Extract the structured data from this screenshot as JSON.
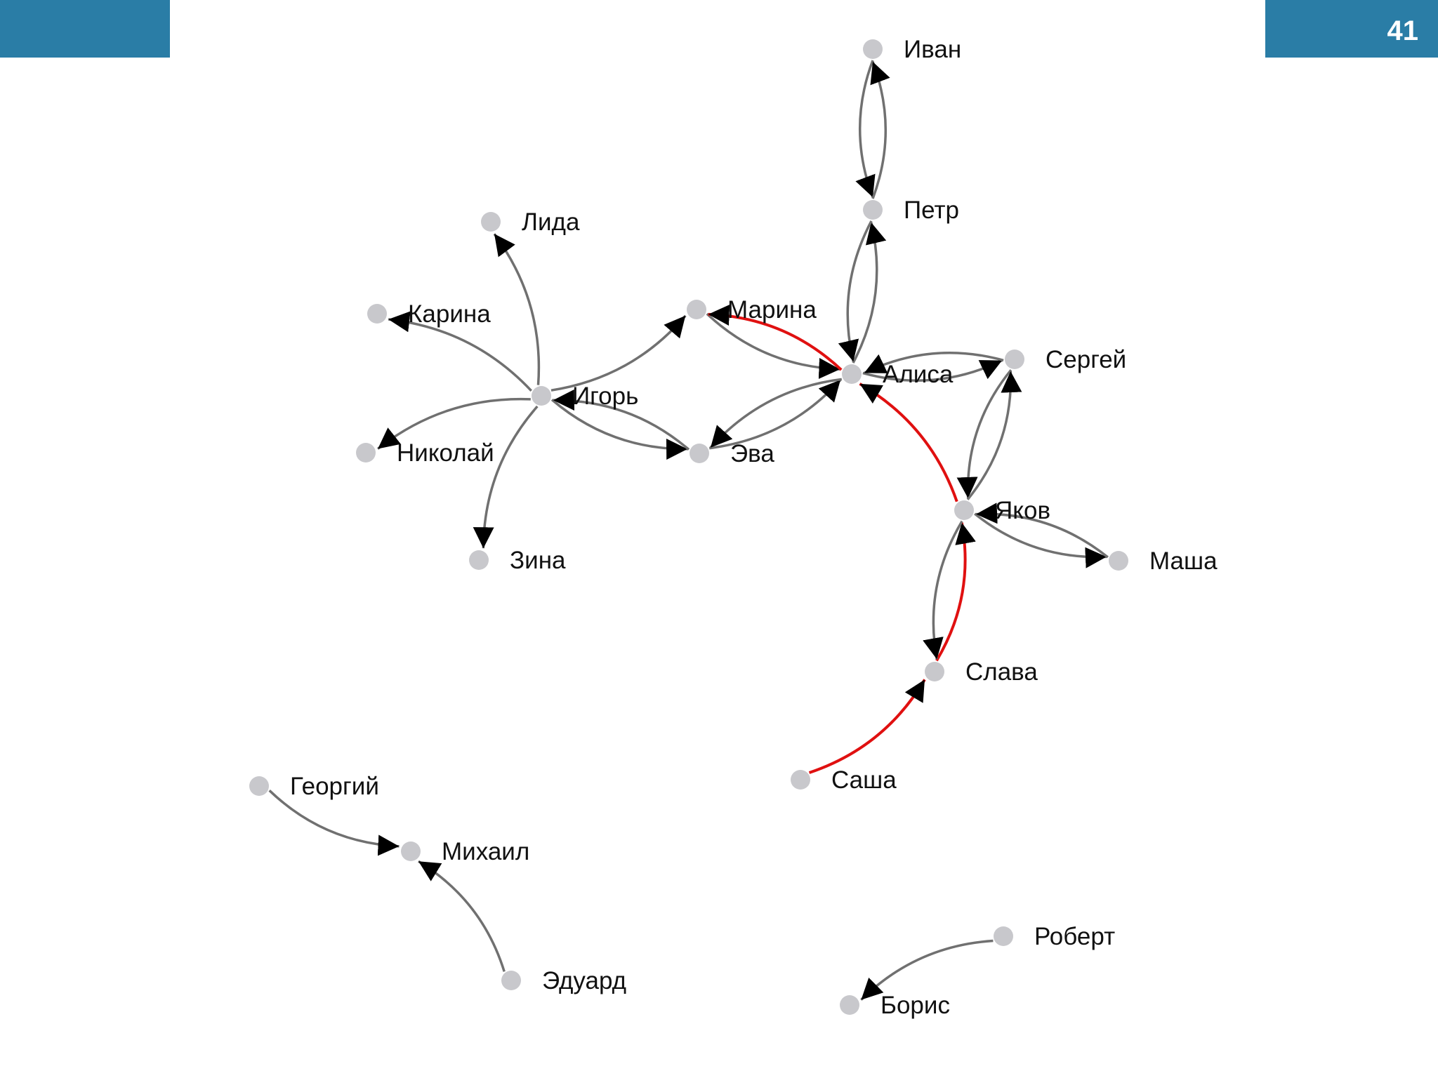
{
  "slide": {
    "number": "41"
  },
  "colors": {
    "header_bar": "#2a7da6",
    "edge": "#707070",
    "edge_highlight": "#e01010",
    "node": "#c8c8cc",
    "arrow": "#000000"
  },
  "graph": {
    "nodes": [
      {
        "id": "ivan",
        "label": "Иван"
      },
      {
        "id": "petr",
        "label": "Петр"
      },
      {
        "id": "lida",
        "label": "Лида"
      },
      {
        "id": "karina",
        "label": "Карина"
      },
      {
        "id": "marina",
        "label": "Марина"
      },
      {
        "id": "sergey",
        "label": "Сергей"
      },
      {
        "id": "alisa",
        "label": "Алиса"
      },
      {
        "id": "igor",
        "label": "Игорь"
      },
      {
        "id": "nikolay",
        "label": "Николай"
      },
      {
        "id": "eva",
        "label": "Эва"
      },
      {
        "id": "yakov",
        "label": "Яков"
      },
      {
        "id": "zina",
        "label": "Зина"
      },
      {
        "id": "masha",
        "label": "Маша"
      },
      {
        "id": "slava",
        "label": "Слава"
      },
      {
        "id": "sasha",
        "label": "Саша"
      },
      {
        "id": "georgiy",
        "label": "Георгий"
      },
      {
        "id": "mikhail",
        "label": "Михаил"
      },
      {
        "id": "eduard",
        "label": "Эдуард"
      },
      {
        "id": "robert",
        "label": "Роберт"
      },
      {
        "id": "boris",
        "label": "Борис"
      }
    ],
    "edges": [
      {
        "from": "ivan",
        "to": "petr",
        "highlight": false
      },
      {
        "from": "petr",
        "to": "ivan",
        "highlight": false
      },
      {
        "from": "alisa",
        "to": "petr",
        "highlight": false
      },
      {
        "from": "petr",
        "to": "alisa",
        "highlight": false
      },
      {
        "from": "marina",
        "to": "alisa",
        "highlight": false
      },
      {
        "from": "alisa",
        "to": "marina",
        "highlight": true
      },
      {
        "from": "alisa",
        "to": "sergey",
        "highlight": false
      },
      {
        "from": "sergey",
        "to": "alisa",
        "highlight": false
      },
      {
        "from": "eva",
        "to": "alisa",
        "highlight": false
      },
      {
        "from": "alisa",
        "to": "eva",
        "highlight": false
      },
      {
        "from": "yakov",
        "to": "alisa",
        "highlight": true
      },
      {
        "from": "sergey",
        "to": "yakov",
        "highlight": false
      },
      {
        "from": "yakov",
        "to": "sergey",
        "highlight": false
      },
      {
        "from": "yakov",
        "to": "masha",
        "highlight": false
      },
      {
        "from": "masha",
        "to": "yakov",
        "highlight": false
      },
      {
        "from": "slava",
        "to": "yakov",
        "highlight": true
      },
      {
        "from": "yakov",
        "to": "slava",
        "highlight": false
      },
      {
        "from": "sasha",
        "to": "slava",
        "highlight": true
      },
      {
        "from": "igor",
        "to": "lida",
        "highlight": false
      },
      {
        "from": "igor",
        "to": "karina",
        "highlight": false
      },
      {
        "from": "igor",
        "to": "marina",
        "highlight": false
      },
      {
        "from": "igor",
        "to": "eva",
        "highlight": false
      },
      {
        "from": "eva",
        "to": "igor",
        "highlight": false
      },
      {
        "from": "igor",
        "to": "nikolay",
        "highlight": false
      },
      {
        "from": "igor",
        "to": "zina",
        "highlight": false
      },
      {
        "from": "georgiy",
        "to": "mikhail",
        "highlight": false
      },
      {
        "from": "eduard",
        "to": "mikhail",
        "highlight": false
      },
      {
        "from": "robert",
        "to": "boris",
        "highlight": false
      }
    ]
  }
}
